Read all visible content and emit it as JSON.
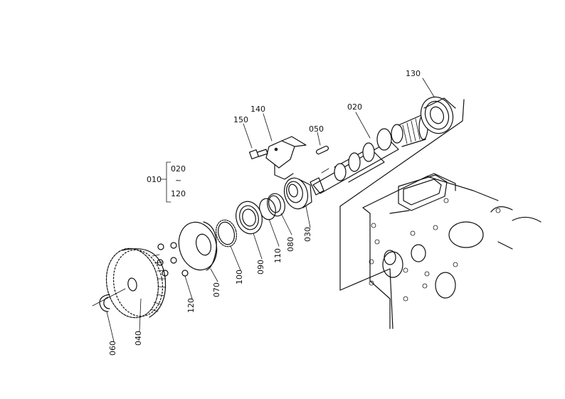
{
  "diagram": {
    "labels": {
      "p010": "010",
      "p020": "020",
      "p020b": "020",
      "p030": "030",
      "p040": "040",
      "p050": "050",
      "p060": "060",
      "p070": "070",
      "p080": "080",
      "p090": "090",
      "p100": "100",
      "p110": "110",
      "p120": "120",
      "p120b": "120",
      "p130": "130",
      "p140": "140",
      "p150": "150",
      "tilde": "~"
    }
  }
}
